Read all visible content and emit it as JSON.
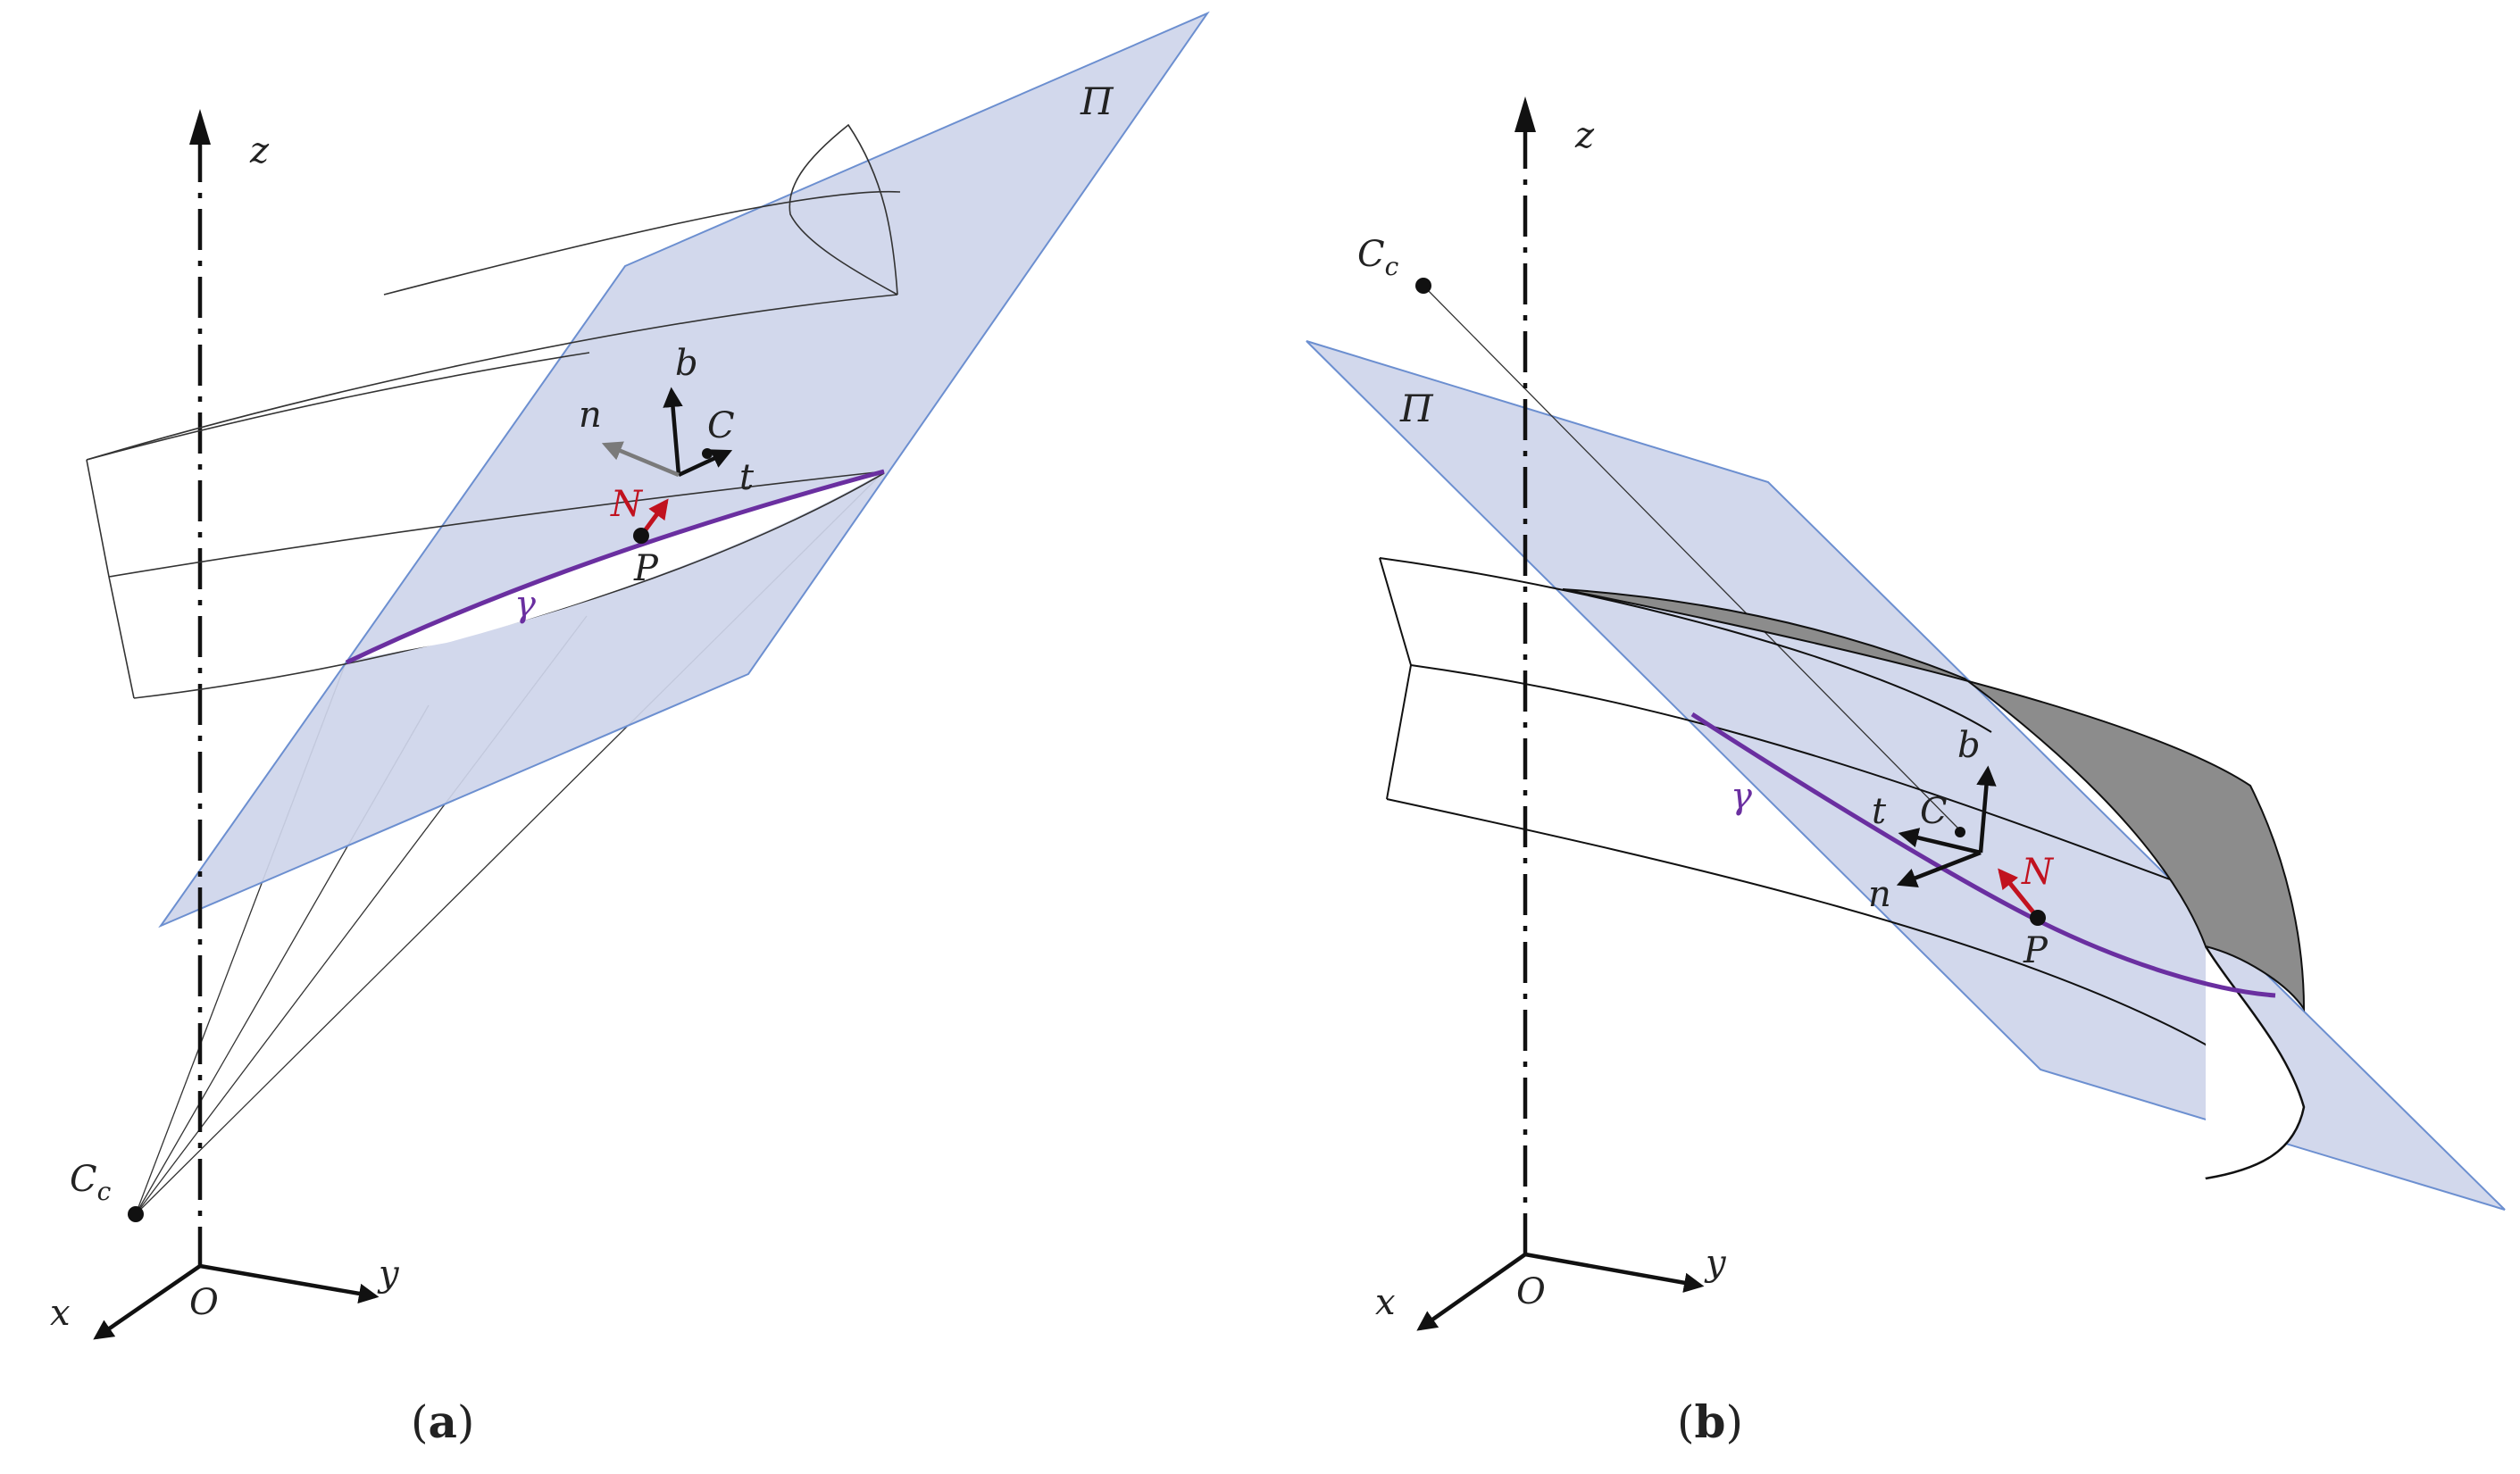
{
  "colors": {
    "plane_fill": "#ced5ea",
    "plane_stroke": "#6c8fd0",
    "curve": "#6a2fa0",
    "normal": "#c1121f",
    "ink": "#111111",
    "n_vector_a": "#7a7a7a",
    "bevel_fill": "#8c8c8c"
  },
  "panel_a": {
    "axis_z": "z",
    "axis_x": "x",
    "axis_y": "y",
    "origin": "O",
    "plane": "Π",
    "camera_center": "C",
    "camera_center_sub": "c",
    "point": "P",
    "center": "C",
    "curve": "γ",
    "normal": "N",
    "binormal": "b",
    "principal_normal": "n",
    "tangent": "t",
    "caption_open": "(",
    "caption_letter": "a",
    "caption_close": ")"
  },
  "panel_b": {
    "axis_z": "z",
    "axis_x": "x",
    "axis_y": "y",
    "origin": "O",
    "plane": "Π",
    "camera_center": "C",
    "camera_center_sub": "c",
    "point": "P",
    "center": "C",
    "curve": "γ",
    "normal": "N",
    "binormal": "b",
    "principal_normal": "n",
    "tangent": "t",
    "caption_open": "(",
    "caption_letter": "b",
    "caption_close": ")"
  }
}
